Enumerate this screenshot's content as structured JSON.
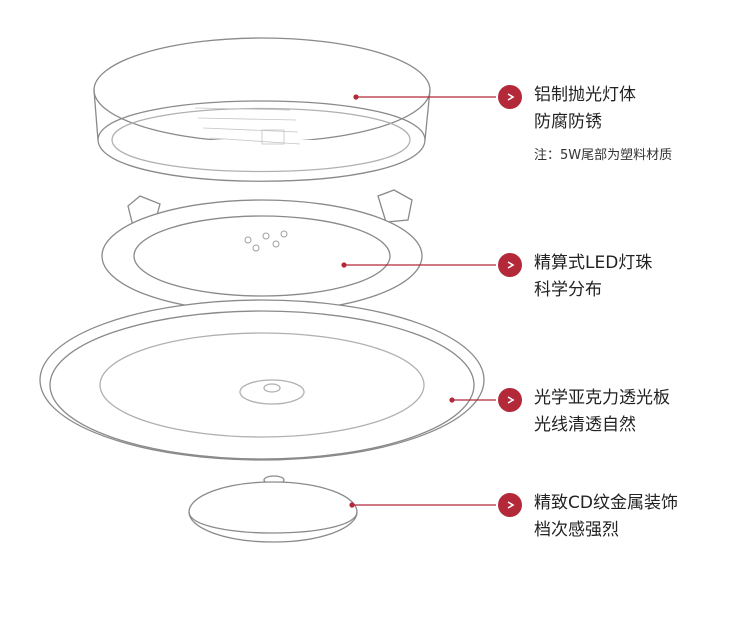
{
  "colors": {
    "accent": "#b3293a",
    "outline": "#8a8a8a",
    "background": "#ffffff"
  },
  "callouts": [
    {
      "icon": "play-circle-icon",
      "line1": "铝制抛光灯体",
      "line2": "防腐防锈",
      "note": "注：5W尾部为塑料材质"
    },
    {
      "icon": "play-circle-icon",
      "line1": "精算式LED灯珠",
      "line2": "科学分布"
    },
    {
      "icon": "play-circle-icon",
      "line1": "光学亚克力透光板",
      "line2": "光线清透自然"
    },
    {
      "icon": "play-circle-icon",
      "line1": "精致CD纹金属装饰",
      "line2": "档次感强烈"
    }
  ]
}
